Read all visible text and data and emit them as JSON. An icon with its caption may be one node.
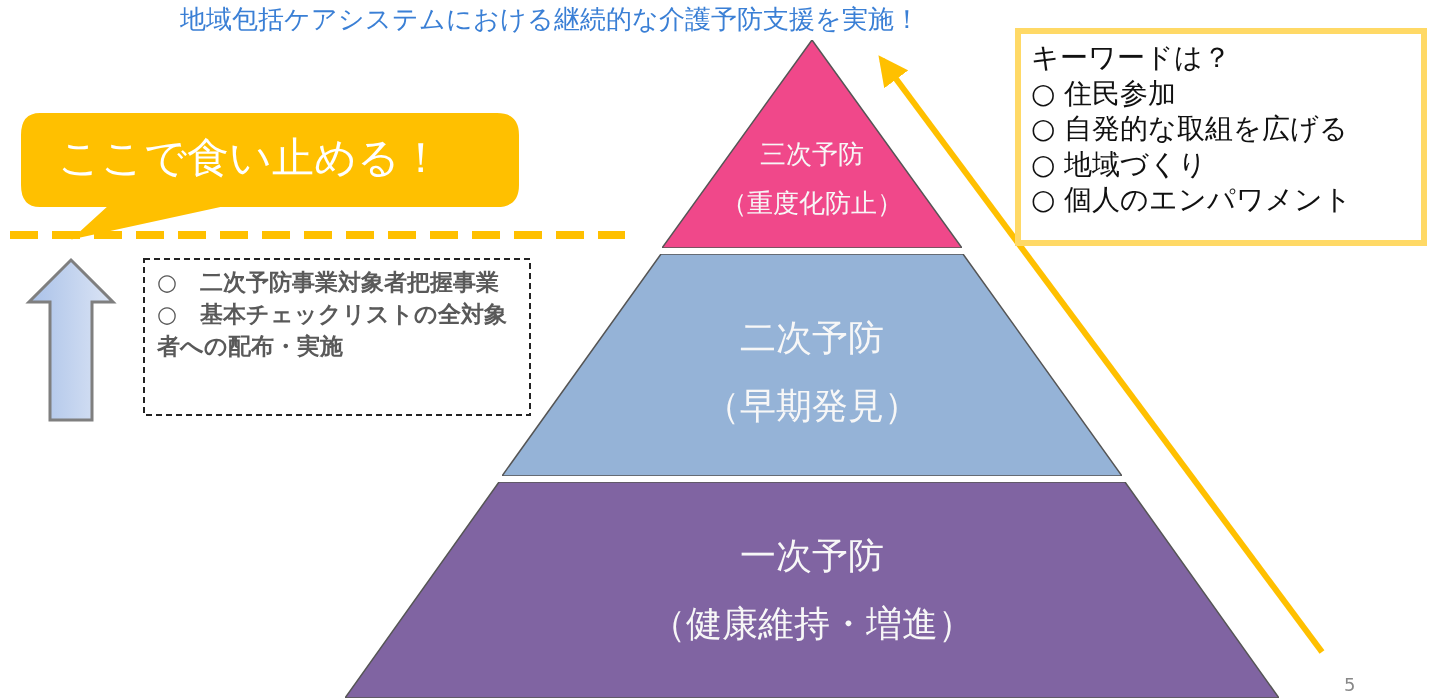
{
  "diagram": {
    "title": "地域包括ケアシステムにおける継続的な介護予防支援を実施！",
    "nodes": [
      {
        "text": [
          "ここで食い止める！"
        ]
      },
      {
        "text": [
          "○　二次予防事業対象者把握事業",
          "○　基本チェックリストの全対象者への配布・実施"
        ]
      },
      {
        "text": [
          "三次予防",
          "（重度化防止）"
        ]
      },
      {
        "text": [
          "二次予防",
          "（早期発見）"
        ]
      },
      {
        "text": [
          "一次予防",
          "（健康維持・増進）"
        ]
      },
      {
        "text": [
          "キーワードは？",
          "○ 住民参加",
          "○ 自発的な取組を広げる",
          "○ 地域づくり",
          "○ 個人のエンパワメント"
        ]
      }
    ],
    "labels": [
      "5"
    ]
  }
}
